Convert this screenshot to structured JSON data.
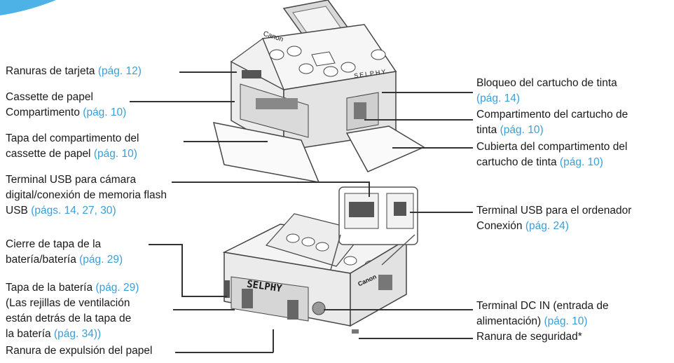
{
  "labels": {
    "card_slots": {
      "text": "Ranuras de tarjeta",
      "ref": "(pág. 12)"
    },
    "paper_cassette_l1": "Cassette de papel",
    "paper_cassette_l2": {
      "text": "Compartimento",
      "ref": "(pág. 10)"
    },
    "paper_cover_l1": "Tapa del compartimento del",
    "paper_cover_l2": {
      "text": "cassette de papel",
      "ref": "(pág. 10)"
    },
    "usb_cam_l1": "Terminal USB para cámara",
    "usb_cam_l2": "digital/conexión de memoria flash",
    "usb_cam_l3": {
      "text": "USB",
      "ref": "(págs. 14, 27, 30)"
    },
    "latch_l1": "Cierre de tapa de la",
    "latch_l2": {
      "text": "batería/batería",
      "ref": "(pág. 29)"
    },
    "bat_cover_l1": {
      "text": "Tapa de la batería",
      "ref": "(pág. 29)"
    },
    "bat_cover_l2": "(Las rejillas de ventilación",
    "bat_cover_l3": "están detrás de la tapa de",
    "bat_cover_l4": {
      "text": "la batería",
      "ref": "(pág. 34))"
    },
    "eject_slot": "Ranura de expulsión del papel",
    "ink_lock_l1": "Bloqueo del cartucho de tinta",
    "ink_lock_l2": {
      "ref": "(pág. 14)"
    },
    "ink_comp_l1": "Compartimento del cartucho de",
    "ink_comp_l2": {
      "text": "tinta",
      "ref": "(pág. 10)"
    },
    "ink_cover_l1": "Cubierta del compartimento del",
    "ink_cover_l2": {
      "text": "cartucho de tinta",
      "ref": "(pág. 10)"
    },
    "usb_pc_l1": "Terminal USB para el ordenador",
    "usb_pc_l2": {
      "text": "Conexión",
      "ref": "(pág. 24)"
    },
    "dc_in_l1": "Terminal DC IN (entrada de",
    "dc_in_l2": {
      "text": "alimentación)",
      "ref": "(pág. 10)"
    },
    "security_slot": "Ranura de seguridad*"
  },
  "device_text": {
    "brand": "Canon",
    "model_front": "SELPHY",
    "model_back": "SELPHY"
  },
  "colors": {
    "reference": "#3a9fd8",
    "lead": "#333333",
    "header_arc": "#4db3e6"
  }
}
